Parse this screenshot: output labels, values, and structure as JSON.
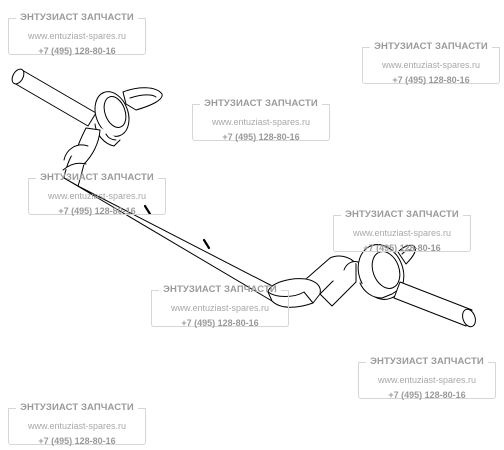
{
  "watermarks": [
    {
      "brand": "ЭНТУЗИАСТ ЗАПЧАСТИ",
      "site": "www.entuziast-spares.ru",
      "phone": "+7 (495) 128-80-16"
    },
    {
      "brand": "ЭНТУЗИАСТ ЗАПЧАСТИ",
      "site": "www.entuziast-spares.ru",
      "phone": "+7 (495) 128-80-16"
    },
    {
      "brand": "ЭНТУЗИАСТ ЗАПЧАСТИ",
      "site": "www.entuziast-spares.ru",
      "phone": "+7 (495) 128-80-16"
    },
    {
      "brand": "ЭНТУЗИАСТ ЗАПЧАСТИ",
      "site": "www.entuziast-spares.ru",
      "phone": "+7 (495) 128-80-16"
    },
    {
      "brand": "ЭНТУЗИАСТ ЗАПЧАСТИ",
      "site": "www.entuziast-spares.ru",
      "phone": "+7 (495) 128-80-16"
    },
    {
      "brand": "ЭНТУЗИАСТ ЗАПЧАСТИ",
      "site": "www.entuziast-spares.ru",
      "phone": "+7 (495) 128-80-16"
    },
    {
      "brand": "ЭНТУЗИАСТ ЗАПЧАСТИ",
      "site": "www.entuziast-spares.ru",
      "phone": "+7 (495) 128-80-16"
    },
    {
      "brand": "ЭНТУЗИАСТ ЗАПЧАСТИ",
      "site": "www.entuziast-spares.ru",
      "phone": "+7 (495) 128-80-16"
    }
  ],
  "colors": {
    "line": "#000000",
    "fill": "#ffffff",
    "watermark": "#a8a8a8"
  }
}
